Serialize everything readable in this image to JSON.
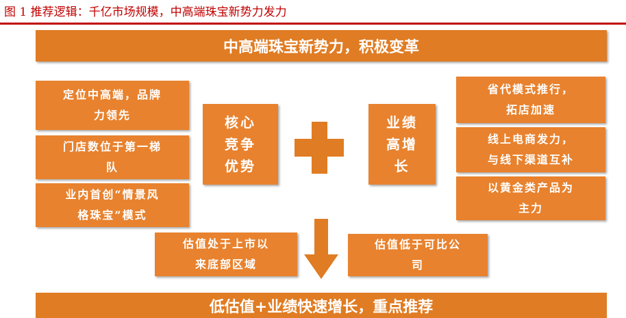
{
  "figure_title": "图 1 推荐逻辑：千亿市场规模，中高端珠宝新势力发力",
  "top_banner": "中高端珠宝新势力，积极变革",
  "left_boxes": [
    {
      "line1": "定位中高端，品牌",
      "line2": "力领先"
    },
    {
      "line1": "门店数位于第一梯",
      "line2": "队"
    },
    {
      "line1": "业内首创“情景风",
      "line2": "格珠宝”模式"
    }
  ],
  "core_box": {
    "line1": "核心",
    "line2": "竞争",
    "line3": "优势"
  },
  "growth_box": {
    "line1": "业绩",
    "line2": "高增",
    "line3": "长"
  },
  "right_boxes": [
    {
      "line1": "省代模式推行，",
      "line2": "拓店加速"
    },
    {
      "line1": "线上电商发力，",
      "line2": "与线下渠道互补"
    },
    {
      "line1": "以黄金类产品为",
      "line2": "主力"
    }
  ],
  "valuation_left": {
    "line1": "估值处于上市以",
    "line2": "来底部区域"
  },
  "valuation_right": {
    "line1": "估值低于可比公",
    "line2": "司"
  },
  "bottom_banner": "低估值+业绩快速增长，重点推荐",
  "colors": {
    "accent": "#e8822e",
    "banner": "#e07c23",
    "title_red": "#c00000"
  }
}
